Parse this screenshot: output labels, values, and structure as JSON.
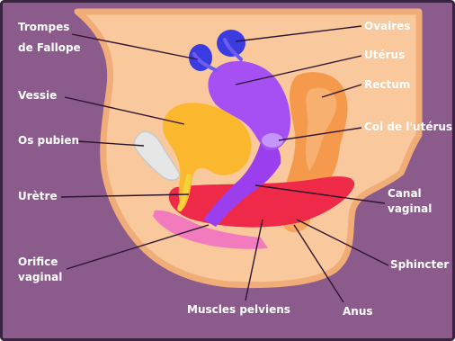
{
  "colors": {
    "background": "#8b5b8c",
    "frame": "#3a2340",
    "skin": "#f9c99d",
    "skin_edge": "#f0ad78",
    "uterus": "#a64ff2",
    "ovaries": "#3b3ce0",
    "bladder": "#fbb72e",
    "pubic_bone": "#e6e6e6",
    "rectum": "#f59a4c",
    "pelvic_muscles": "#ee2a48",
    "vaginal_opening": "#f27bbd",
    "leader_lines": "#2e1430",
    "label_text": "#ffffff"
  },
  "labels": {
    "fallopian_tubes_line1": "Trompes",
    "fallopian_tubes_line2": "de Fallope",
    "bladder": "Vessie",
    "pubic_bone": "Os pubien",
    "urethra": "Urètre",
    "vaginal_opening_line1": "Orifice",
    "vaginal_opening_line2": "vaginal",
    "pelvic_muscles": "Muscles pelviens",
    "anus": "Anus",
    "ovaries": "Ovaires",
    "uterus": "Utérus",
    "rectum": "Rectum",
    "cervix": "Col de l'utérus",
    "vaginal_canal_line1": "Canal",
    "vaginal_canal_line2": "vaginal",
    "sphincter": "Sphincter"
  }
}
